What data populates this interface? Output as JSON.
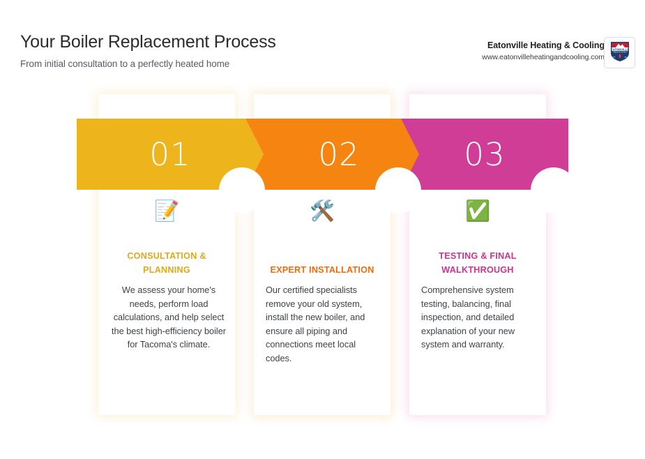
{
  "header": {
    "title": "Your Boiler Replacement Process",
    "subtitle": "From initial consultation to a perfectly heated home",
    "brand_name": "Eatonville Heating & Cooling",
    "brand_url": "www.eatonvilleheatingandcooling.com",
    "logo_icon": "eatonville-shield-badge-icon"
  },
  "colors": {
    "step_1": "#EDB41C",
    "step_2": "#F58410",
    "step_3": "#D03D96",
    "title_1": "#E3A914",
    "title_2": "#F26B0B",
    "title_3": "#D2318F",
    "body_text": "#3f4248",
    "heading_text": "#2b2b2f",
    "background": "#ffffff"
  },
  "steps": [
    {
      "number": "01",
      "icon": "📝",
      "icon_name": "memo-icon",
      "title": "Consultation & Planning",
      "body": "We assess your home's needs, perform load calculations, and help select the best high-efficiency boiler for Tacoma's climate."
    },
    {
      "number": "02",
      "icon": "🛠️",
      "icon_name": "hammer-and-wrench-icon",
      "title": "Expert Installation",
      "body": "Our certified specialists remove your old system, install the new boiler, and ensure all piping and connections meet local codes."
    },
    {
      "number": "03",
      "icon": "✅",
      "icon_name": "check-mark-button-icon",
      "title": "Testing & Final Walkthrough",
      "body": "Comprehensive system testing, balancing, final inspection, and detailed explanation of your new system and warranty."
    }
  ]
}
